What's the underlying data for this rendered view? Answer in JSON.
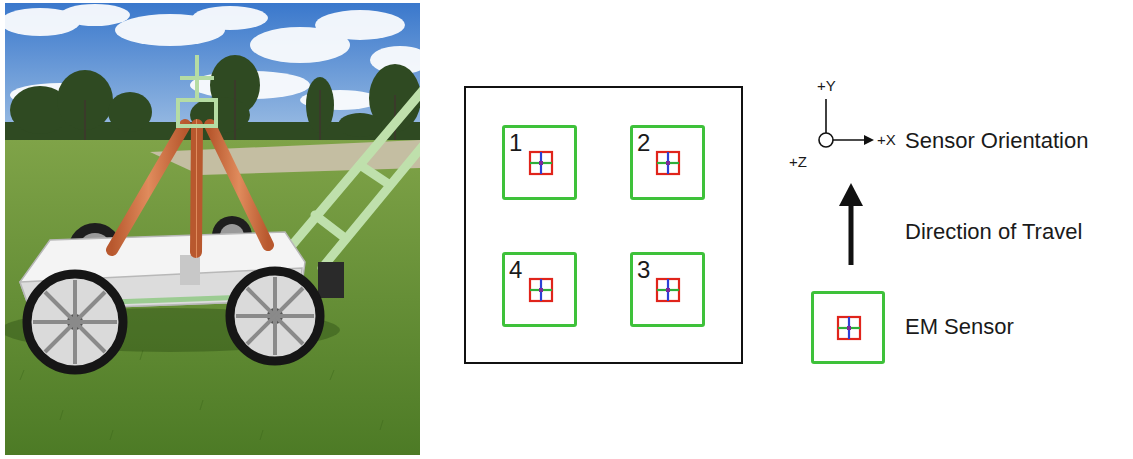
{
  "diagram": {
    "nodes": [
      {
        "text": [
          "1"
        ]
      },
      {
        "text": [
          "2"
        ]
      },
      {
        "text": [
          "4"
        ]
      },
      {
        "text": [
          "3"
        ]
      }
    ],
    "labels": [
      "+Y",
      "+X",
      "+Z",
      "Sensor Orientation",
      "Direction of Travel"
    ],
    "legend": [
      {
        "text": "EM Sensor"
      }
    ]
  }
}
